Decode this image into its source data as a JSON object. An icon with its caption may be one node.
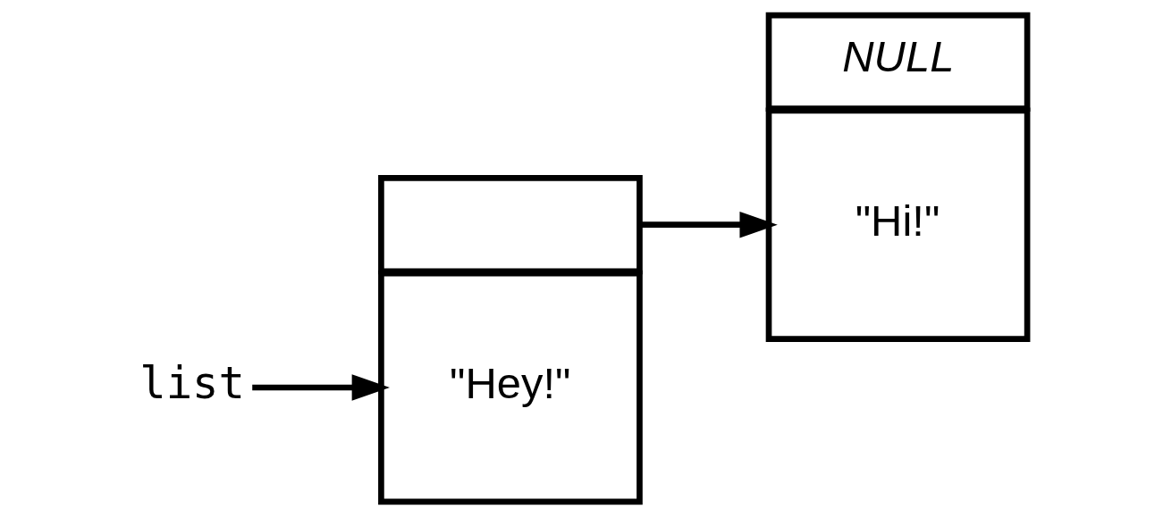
{
  "diagram": {
    "nodes": [
      {
        "text": [
          "list"
        ]
      },
      {
        "text": [
          "\"Hey!\""
        ]
      },
      {
        "text": [],
        "shape": "box"
      },
      {
        "text": [
          "\"Hi!\""
        ]
      },
      {
        "text": [
          "*NULL*"
        ]
      }
    ],
    "edges": [
      {
        "from": 0,
        "to": 1,
        "arrow": "to"
      },
      {
        "from": 2,
        "to": 3,
        "arrow": "to"
      }
    ]
  }
}
